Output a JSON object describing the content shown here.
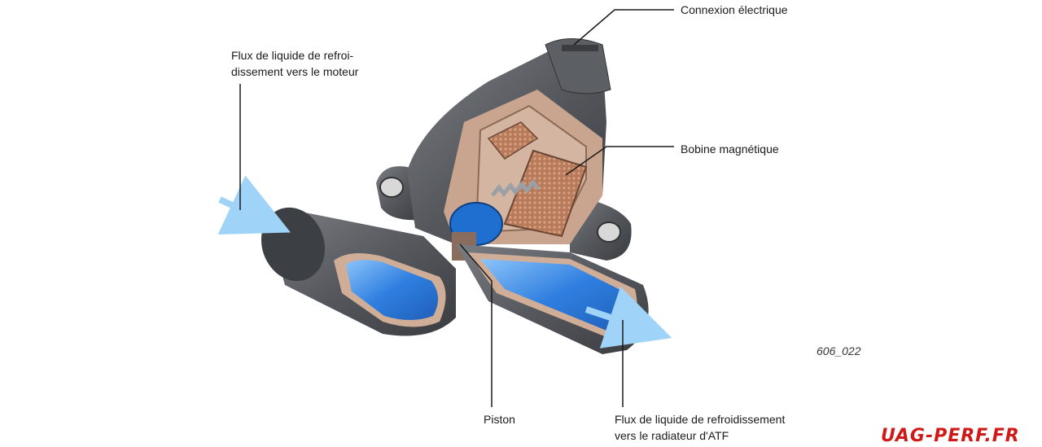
{
  "labels": {
    "connexion": "Connexion électrique",
    "bobine": "Bobine magnétique",
    "flux_moteur_line1": "Flux de liquide de refroi-",
    "flux_moteur_line2": "dissement vers le moteur",
    "piston": "Piston",
    "flux_atf_line1": "Flux de liquide de refroidissement",
    "flux_atf_line2": "vers le radiateur d'ATF",
    "figure_ref": "606_022"
  },
  "watermark": {
    "text": "UAG-PERF.FR"
  },
  "colors": {
    "body_dark": "#4a4d52",
    "body_light": "#6b6e73",
    "cutaway": "#c9a48e",
    "coil": "#b77b5b",
    "coolant": "#2f7fe0",
    "coolant_light": "#7fb9f5",
    "arrow": "#9fd3f7",
    "logo": "#d01919"
  },
  "icons": {
    "valve": "solenoid-valve-cutaway",
    "inflow_arrow": "flow-arrow",
    "outflow_arrow": "flow-arrow"
  }
}
